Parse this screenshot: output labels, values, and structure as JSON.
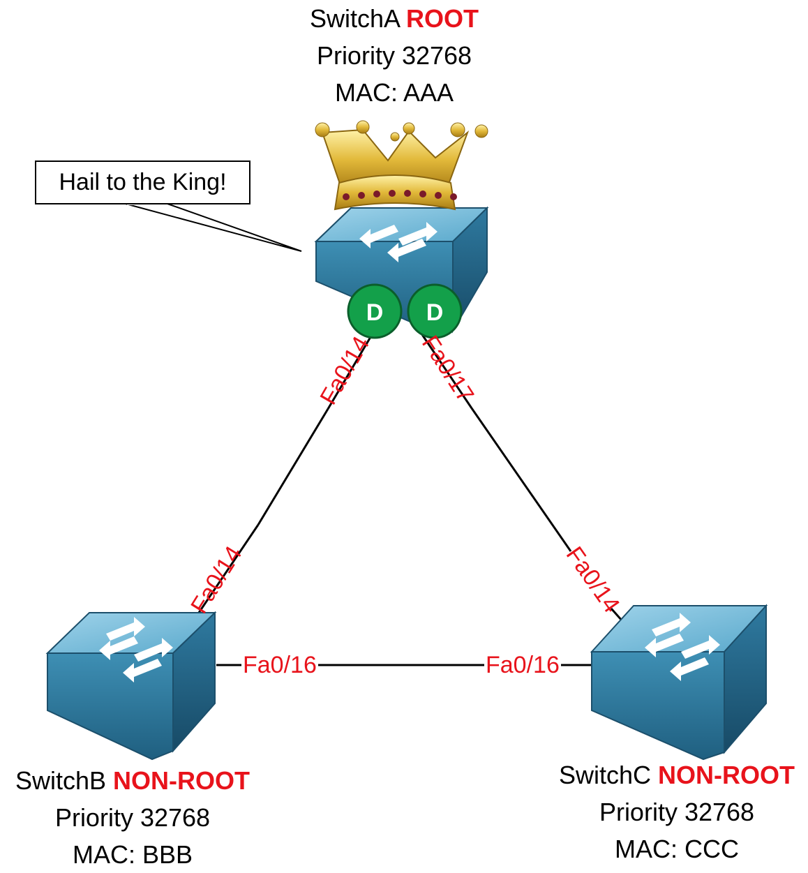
{
  "switches": {
    "a": {
      "name": "SwitchA",
      "role": "ROOT",
      "priority": "Priority 32768",
      "mac": "MAC: AAA"
    },
    "b": {
      "name": "SwitchB",
      "role": "NON-ROOT",
      "priority": "Priority 32768",
      "mac": "MAC: BBB"
    },
    "c": {
      "name": "SwitchC",
      "role": "NON-ROOT",
      "priority": "Priority 32768",
      "mac": "MAC: CCC"
    }
  },
  "callout": {
    "text": "Hail to the King!"
  },
  "ports": {
    "a_left": "Fa0/14",
    "a_right": "Fa0/17",
    "b_top": "Fa0/14",
    "b_right": "Fa0/16",
    "c_left": "Fa0/16",
    "c_top": "Fa0/14"
  },
  "port_roles": {
    "a_left": "D",
    "a_right": "D"
  },
  "colors": {
    "role_text": "#e8131b",
    "port_text": "#e8131b",
    "designated_badge": "#13a04a",
    "switch_body": "#3f8fb5",
    "crown_gold": "#e2b93a"
  },
  "icons": {
    "switch": "switch-icon",
    "crown": "crown-icon"
  }
}
